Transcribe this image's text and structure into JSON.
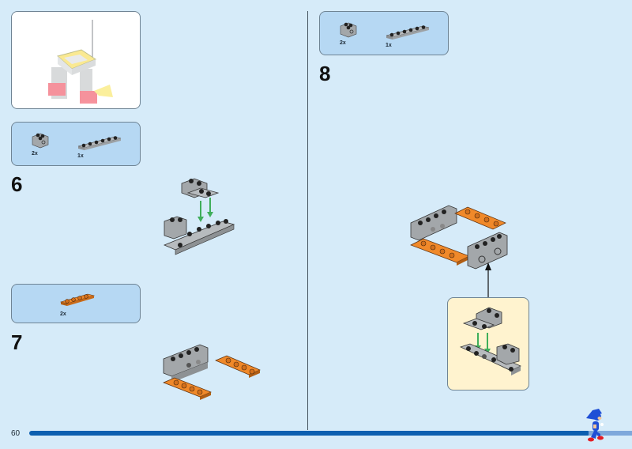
{
  "page": {
    "number": "60"
  },
  "colors": {
    "background": "#d6ebf9",
    "parts_panel": "#b6d8f3",
    "sub_assembly_panel": "#fff3cf",
    "brick_gray": "#a3a7aa",
    "brick_orange": "#f0892a",
    "arrow_green": "#3fae5a",
    "footer_bar": "#0c5fb0"
  },
  "preview": {
    "icon": "model-preview-icon"
  },
  "steps": [
    {
      "number": "6",
      "parts": [
        {
          "qty": "2x",
          "icon": "gray-bracket-brick-icon"
        },
        {
          "qty": "1x",
          "icon": "gray-1x6-plate-icon"
        }
      ]
    },
    {
      "number": "7",
      "parts": [
        {
          "qty": "2x",
          "icon": "orange-1x4-plate-icon"
        }
      ]
    },
    {
      "number": "8",
      "parts": [
        {
          "qty": "2x",
          "icon": "gray-bracket-brick-icon"
        },
        {
          "qty": "1x",
          "icon": "gray-1x6-plate-icon"
        }
      ]
    }
  ],
  "mascot": {
    "icon": "sonic-running-icon"
  }
}
